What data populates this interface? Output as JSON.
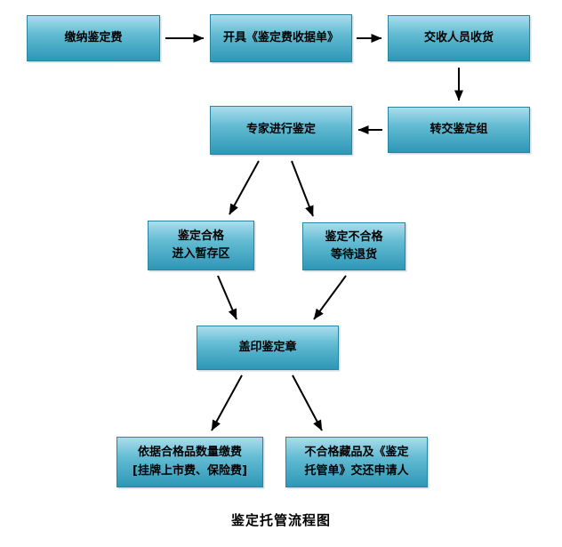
{
  "title": "鉴定托管流程图",
  "nodes": {
    "pay_fee": {
      "label": "缴纳鉴定费"
    },
    "issue_receipt": {
      "label": "开具《鉴定费收据单》"
    },
    "receive_goods": {
      "label": "交收人员收货"
    },
    "transfer_group": {
      "label": "转交鉴定组"
    },
    "expert_appraisal": {
      "label": "专家进行鉴定"
    },
    "qualified": {
      "line1": "鉴定合格",
      "line2": "进入暂存区"
    },
    "unqualified": {
      "line1": "鉴定不合格",
      "line2": "等待退货"
    },
    "stamp_seal": {
      "label": "盖印鉴定章"
    },
    "pay_by_quantity": {
      "line1": "依据合格品数量缴费",
      "line2": "[挂牌上市费、保险费]"
    },
    "return_items": {
      "line1": "不合格藏品及《鉴定",
      "line2": "托管单》交还申请人"
    }
  },
  "edges": [
    {
      "from": "pay_fee",
      "to": "issue_receipt"
    },
    {
      "from": "issue_receipt",
      "to": "receive_goods"
    },
    {
      "from": "receive_goods",
      "to": "transfer_group"
    },
    {
      "from": "transfer_group",
      "to": "expert_appraisal"
    },
    {
      "from": "expert_appraisal",
      "to": "qualified"
    },
    {
      "from": "expert_appraisal",
      "to": "unqualified"
    },
    {
      "from": "qualified",
      "to": "stamp_seal"
    },
    {
      "from": "unqualified",
      "to": "stamp_seal"
    },
    {
      "from": "stamp_seal",
      "to": "pay_by_quantity"
    },
    {
      "from": "stamp_seal",
      "to": "return_items"
    }
  ],
  "colors": {
    "box_gradient_top": "#aadded",
    "box_gradient_bottom": "#2e97b6",
    "box_border": "#2a86a0",
    "arrow": "#000000",
    "text": "#000000",
    "background": "#ffffff"
  }
}
